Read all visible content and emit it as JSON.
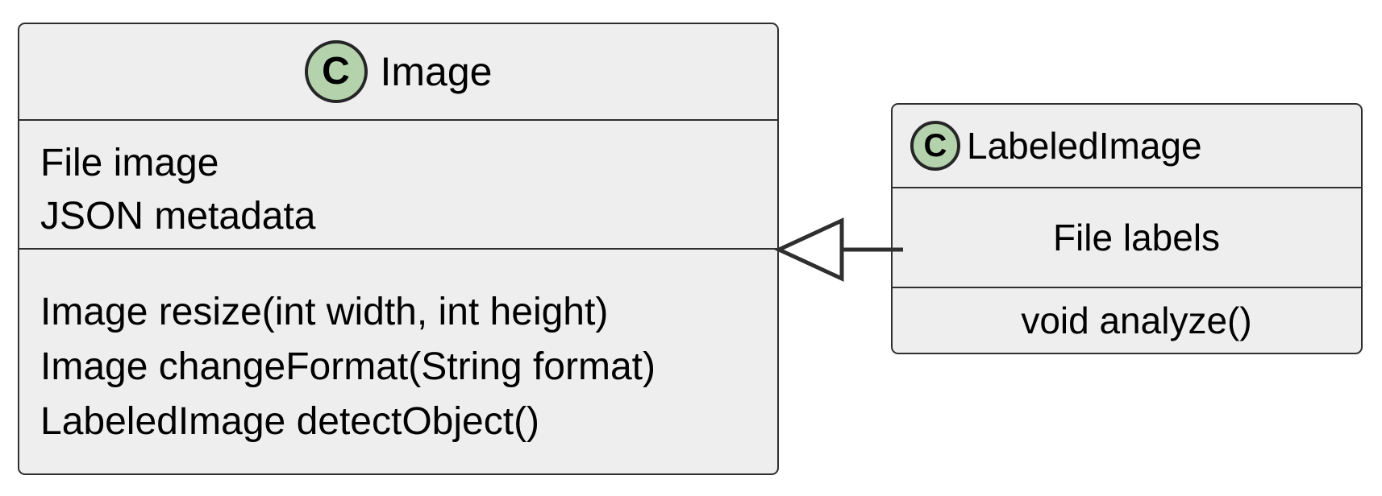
{
  "diagram": {
    "type": "uml-class-diagram",
    "background_color": "#ffffff",
    "classes": [
      {
        "id": "image",
        "name": "Image",
        "stereotype_icon": "C",
        "icon_fill": "#b4d3ad",
        "box_fill": "#eeeeee",
        "border_color": "#2f2f2f",
        "title_align": "center",
        "attributes": [
          "File image",
          "JSON metadata"
        ],
        "methods": [
          "Image resize(int width, int height)",
          "Image changeFormat(String format)",
          "LabeledImage detectObject()"
        ]
      },
      {
        "id": "labeledimage",
        "name": "LabeledImage",
        "stereotype_icon": "C",
        "icon_fill": "#b4d3ad",
        "box_fill": "#eeeeee",
        "border_color": "#2f2f2f",
        "title_align": "left",
        "attributes": [
          "File labels"
        ],
        "methods": [
          "void analyze()"
        ]
      }
    ],
    "relationships": [
      {
        "id": "generalization-labeledimage-image",
        "kind": "generalization",
        "label": "",
        "from": "LabeledImage",
        "to": "Image",
        "arrow_head": "hollow-triangle",
        "line_color": "#2f2f2f"
      }
    ]
  }
}
